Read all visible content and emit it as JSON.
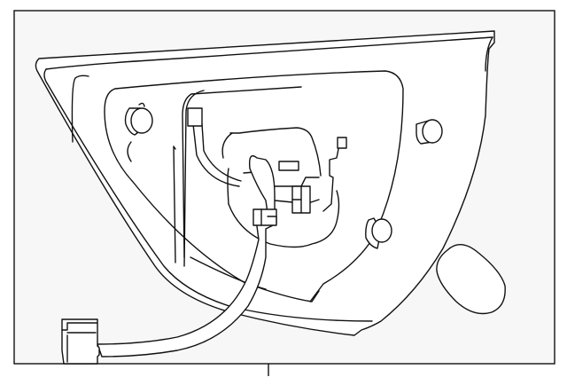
{
  "diagram": {
    "background_color": "#f7f7f7",
    "line_color": "#111111",
    "parts": [
      "tail-lamp-housing",
      "wiring-harness",
      "harness-connector",
      "mounting-stud",
      "plug-cap"
    ]
  }
}
